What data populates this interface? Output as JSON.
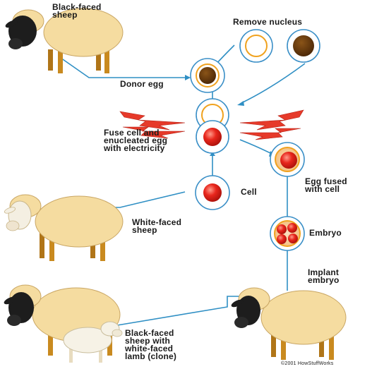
{
  "labels": {
    "black_faced_sheep": "Black-faced\nsheep",
    "remove_nucleus": "Remove nucleus",
    "donor_egg": "Donor egg",
    "fuse_cell": "Fuse cell and\nenucleated egg\nwith electricity",
    "egg_fused": "Egg fused\nwith cell",
    "cell": "Cell",
    "white_faced_sheep": "White-faced\nsheep",
    "embryo": "Embryo",
    "implant_embryo": "Implant\nembryo",
    "clone_pair": "Black-faced\nsheep with\nwhite-faced\nlamb (clone)",
    "copyright": "©2001 HowStuffWorks"
  },
  "colors": {
    "wool": "#f5dca0",
    "wool_edge": "#c9a664",
    "face_black": "#1d1d1d",
    "face_white": "#f4efe2",
    "legs": "#c98a1f",
    "circle_blue": "#3a8fc7",
    "line_blue": "#2f8fc4",
    "nucleus_brown": "#6a3a0c",
    "red_nucleus": "#e8261c",
    "orange_ring": "#f0a21f",
    "spark_red": "#e63a2a"
  }
}
